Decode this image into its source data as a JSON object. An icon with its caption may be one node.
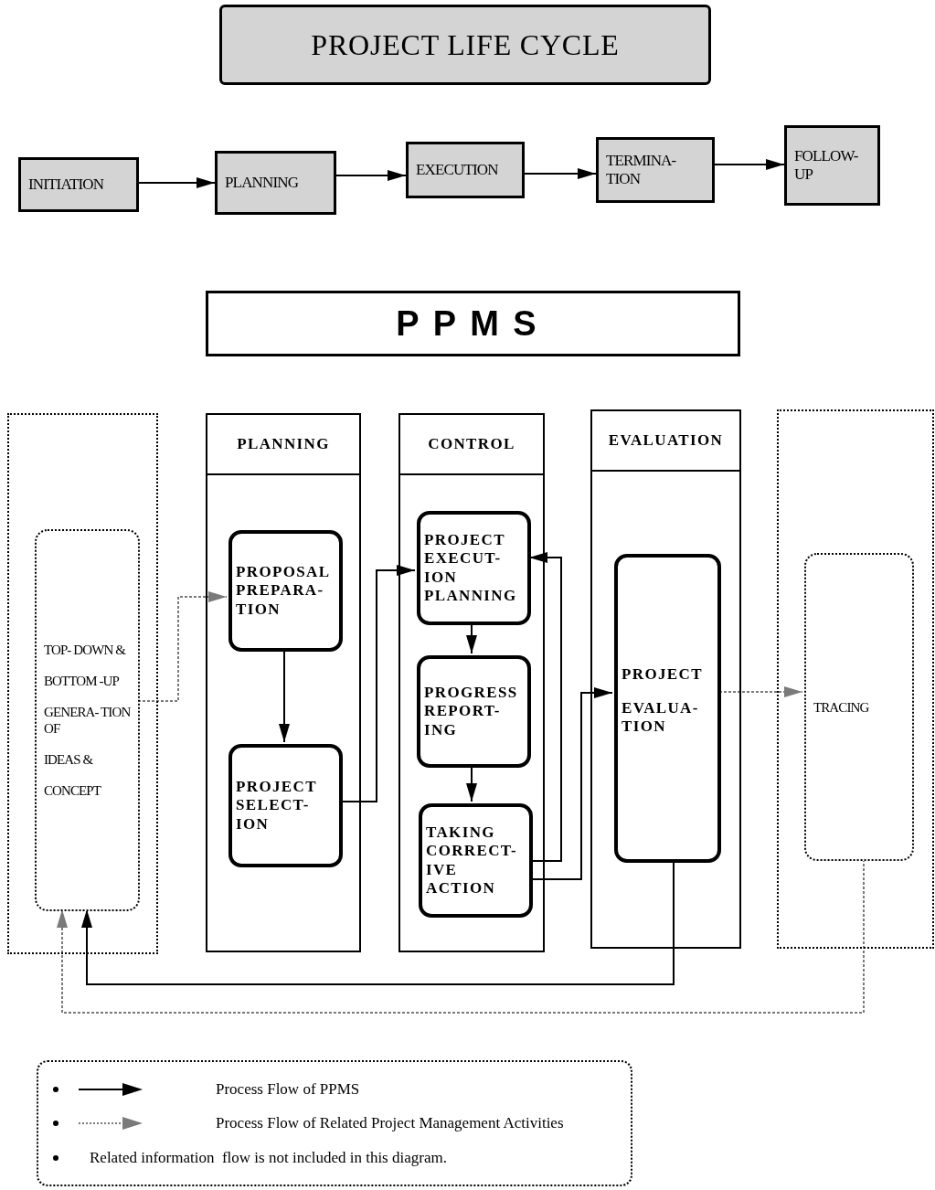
{
  "diagram": {
    "nodes": [
      {
        "text": [
          "PROJECT LIFE CYCLE"
        ]
      },
      {
        "text": [
          "INITIATION"
        ]
      },
      {
        "text": [
          "PLANNING"
        ]
      },
      {
        "text": [
          "EXECUTION"
        ]
      },
      {
        "text": [
          "TERMINA- TION"
        ]
      },
      {
        "text": [
          "FOLLOW- UP"
        ]
      },
      {
        "text": [
          "PPMS"
        ]
      },
      {
        "text": [],
        "shape": "box"
      },
      {
        "text": [
          "TOP- DOWN &",
          "BOTTOM -UP",
          "GENERA- TION OF",
          "IDEAS &",
          "CONCEPT"
        ],
        "in": 7
      },
      {
        "text": [
          "PLANNING"
        ]
      },
      {
        "text": [
          "PROPOSAL PREPARA- TION"
        ],
        "in": 9
      },
      {
        "text": [
          "PROJECT SELECT- ION"
        ],
        "in": 9
      },
      {
        "text": [
          "CONTROL"
        ]
      },
      {
        "text": [
          "PROJECT EXECUT- ION PLANNING"
        ],
        "in": 12
      },
      {
        "text": [
          "PROGRESS REPORT- ING"
        ],
        "in": 12
      },
      {
        "text": [
          "TAKING CORRECT- IVE ACTION"
        ],
        "in": 12
      },
      {
        "text": [
          "EVALUATION"
        ]
      },
      {
        "text": [
          "PROJECT",
          "EVALUA- TION"
        ],
        "in": 16
      },
      {
        "text": [],
        "shape": "box"
      },
      {
        "text": [
          "TRACING"
        ],
        "in": 18
      }
    ],
    "edges": [
      {
        "from": 1,
        "to": 2,
        "arrow": "to"
      },
      {
        "from": 2,
        "to": 3,
        "arrow": "to"
      },
      {
        "from": 3,
        "to": 4,
        "arrow": "to"
      },
      {
        "from": 4,
        "to": 5,
        "arrow": "to"
      },
      {
        "from": 8,
        "to": 10,
        "arrow": "to",
        "style": "dashed",
        "color": "#7a7a7a"
      },
      {
        "from": 10,
        "to": 11,
        "arrow": "to"
      },
      {
        "from": 11,
        "to": 13,
        "arrow": "to"
      },
      {
        "from": 13,
        "to": 14,
        "arrow": "to"
      },
      {
        "from": 14,
        "to": 15,
        "arrow": "to"
      },
      {
        "from": 15,
        "to": 13,
        "arrow": "to"
      },
      {
        "from": 15,
        "to": 17,
        "arrow": "to"
      },
      {
        "from": 17,
        "to": 19,
        "arrow": "to",
        "style": "dashed",
        "color": "#7a7a7a"
      },
      {
        "from": 17,
        "to": 8,
        "arrow": "to"
      },
      {
        "from": 19,
        "to": 8,
        "arrow": "to",
        "style": "dashed",
        "color": "#7a7a7a"
      }
    ],
    "labels": [
      "Related information  flow is not included in this diagram."
    ],
    "legend": [
      {
        "text": "Process Flow of PPMS"
      },
      {
        "text": "Process Flow of Related Project Management Activities"
      }
    ]
  }
}
